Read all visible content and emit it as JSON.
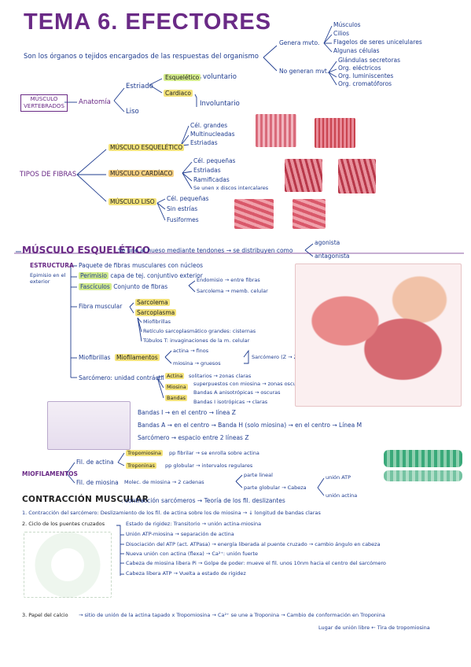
{
  "title": "TEMA 6. EFECTORES",
  "intro": {
    "definition": "Son los órganos o tejidos encargados de las respuestas del organismo",
    "genera_mvto": {
      "label": "Genera mvto.",
      "items": [
        "Músculos",
        "Cilios",
        "Flagelos de seres unicelulares",
        "Algunas células"
      ]
    },
    "no_genera_mvto": {
      "label": "No generan mvt.",
      "items": [
        "Glándulas secretoras",
        "Org. eléctricos",
        "Org. luminiscentes",
        "Org. cromatóforos"
      ]
    }
  },
  "anatomia": {
    "box": "MÚSCULO VERTEBRADOS",
    "label": "Anatomía",
    "estriado": "Estriado",
    "esqueletico": "Esquelético",
    "voluntario": "voluntario",
    "cardiaco": "Cardiaco",
    "involuntario": "Involuntario",
    "liso": "Liso"
  },
  "fibras": {
    "label": "TIPOS DE FIBRAS",
    "types": [
      {
        "name": "MÚSCULO ESQUELÉTICO",
        "traits": [
          "Cél. grandes",
          "Multinucleadas",
          "Estriadas"
        ]
      },
      {
        "name": "MÚSCULO CARDÍACO",
        "traits": [
          "Cél. pequeñas",
          "Estriadas",
          "Ramificadas",
          "Se unen x discos intercalares"
        ]
      },
      {
        "name": "MÚSCULO LISO",
        "traits": [
          "Cél. pequeñas",
          "Sin estrías",
          "Fusiformes"
        ]
      }
    ]
  },
  "esqueletico": {
    "heading": "MÚSCULO ESQUELÉTICO",
    "desc": "Se une al hueso mediante tendones → se distribuyen como",
    "agonista": "agonista",
    "antagonista": "antagonista",
    "estructura": "ESTRUCTURA",
    "epimisio": "Epimisio en el exterior",
    "paquete": "Paquete de fibras musculares con núcleos",
    "perimisio": "Perimisio",
    "perimisio_desc": "capa de tej. conjuntivo exterior",
    "fasciculos": "Fascículos",
    "fasciculos_desc": "Conjunto de fibras",
    "endomisio": "Endomisio → entre fibras",
    "sarcolema": "Sarcolema → memb. celular",
    "fibra": "Fibra muscular",
    "sarcolema_hl": "Sarcolema",
    "sarcoplasma": "Sarcoplasma",
    "fibra_items": [
      "Miofibrillas",
      "Retículo sarcoplasmático grandes: cisternas",
      "Túbulos T: invaginaciones de la m. celular"
    ],
    "miofibrillas": "Miofibrillas",
    "miofilamentos": "Miofilamentos",
    "actina": "actina → finos",
    "miosina": "miosina → gruesos",
    "sarcomero": "Sarcómero (Z → Z)",
    "sarcomero_unidad": "Sarcómero: unidad contráctil",
    "actina_hl": "Actina",
    "actina_desc": "solitarios → zonas claras",
    "miosina_hl": "Miosina",
    "miosina_desc": "superpuestos con miosina → zonas oscuras",
    "bandas_hl": "Bandas",
    "banda_a": "Bandas A anisotrópicas → oscuras",
    "banda_i": "Bandas I isotrópicas → claras",
    "lines": [
      "Bandas I → en el centro → línea Z",
      "Bandas A → en el centro → Banda H (solo miosina) → en el centro → Línea M",
      "Sarcómero → espacio entre 2 líneas Z"
    ]
  },
  "miofilamentos": {
    "label": "MIOFILAMENTOS",
    "fil_actina": "Fil. de actina",
    "tropomiosina": "Tropomiosina",
    "tropomiosina_desc": "pp fibrilar → se enrolla sobre actina",
    "troponina": "Troponinas",
    "troponina_desc": "pp globular → intervalos regulares",
    "fil_miosina": "Fil. de miosina",
    "fil_miosina_desc": "Molec. de miosina → 2 cadenas",
    "parte_lineal": "parte lineal",
    "parte_globular": "parte globular → Cabeza",
    "union_atp": "unión ATP",
    "union_actina": "unión actina"
  },
  "contraccion": {
    "heading": "CONTRACCIÓN MUSCULAR",
    "desc": ": contracción sarcómeros → Teoría de los fil. deslizantes",
    "step1": "1. Contracción del sarcómero: Deslizamiento de los fil. de actina sobre los de miosina → ↓ longitud de bandas claras",
    "step2_label": "2. Ciclo de los puentes cruzados",
    "step2_items": [
      "Estado de rigidez: Transitorio → unión actina-miosina",
      "Unión ATP-miosina → separación de actina",
      "Disociación del ATP (act. ATPasa) → energía liberada al puente cruzado → cambio ángulo en cabeza",
      "Nueva unión con actina (flexa) → Ca²⁺: unión fuerte",
      "Cabeza de miosina libera Pi → Golpe de poder: mueve el fil. unos 10nm hacia el centro del sarcómero",
      "Cabeza libera ATP → Vuelta a estado de rigidez"
    ],
    "step3_label": "3. Papel del calcio",
    "step3_desc": "→ sitio de unión de la actina tapado x Tropomiosina → Ca²⁺ se une a Troponina → Cambio de conformación en Troponina",
    "step3_end": "Lugar de unión libre ← Tira de tropomiosina"
  }
}
